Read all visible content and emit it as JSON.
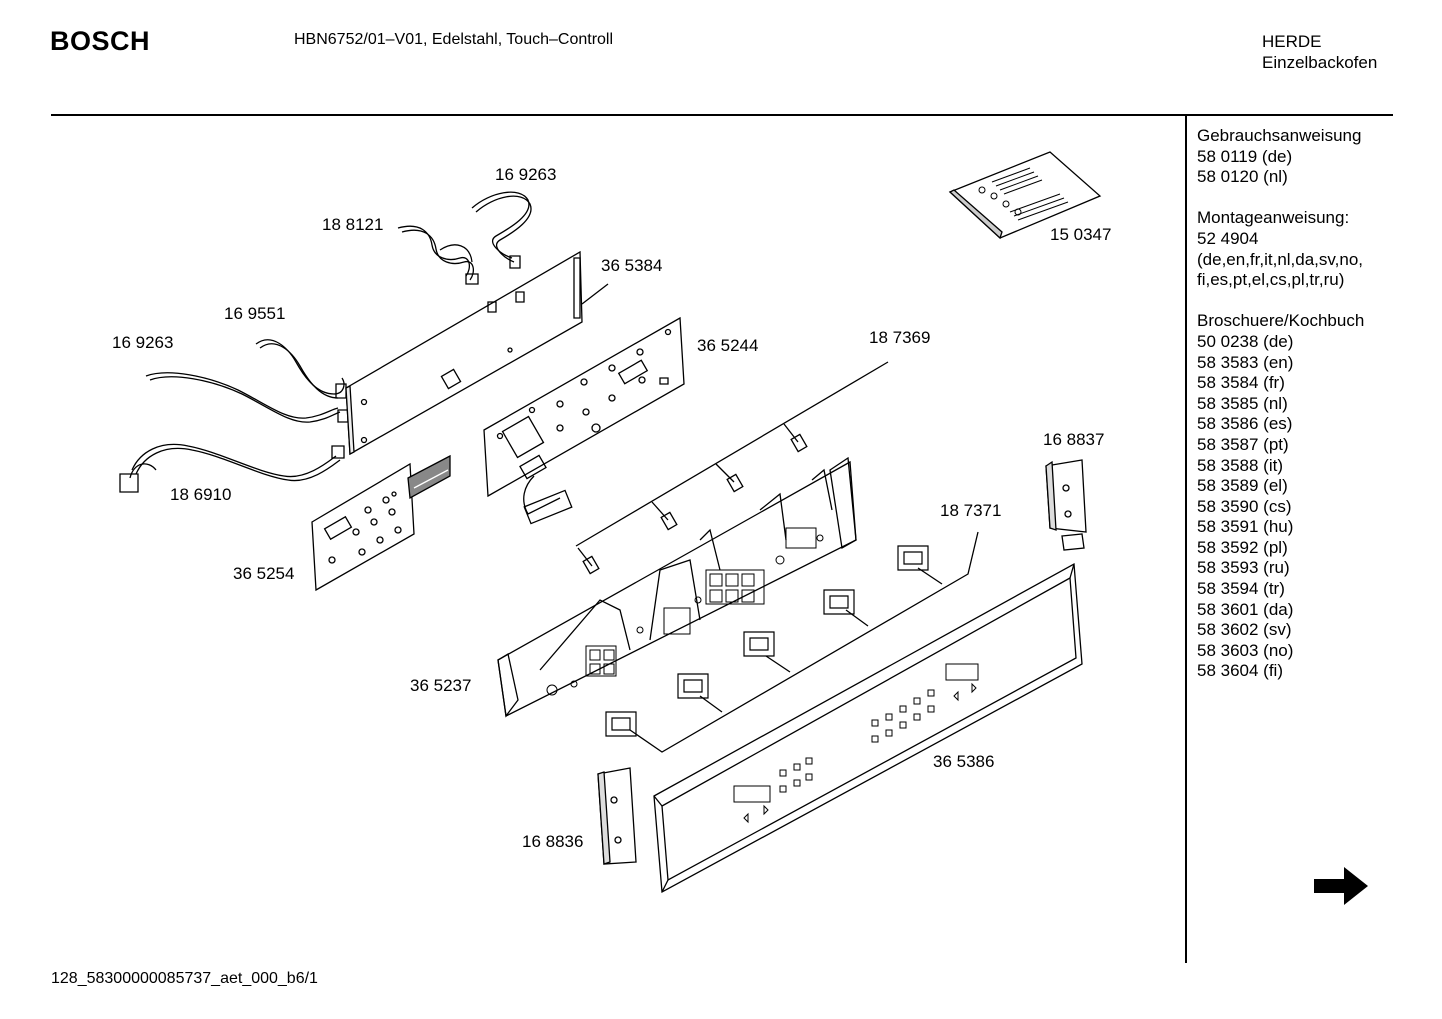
{
  "header": {
    "brand": "BOSCH",
    "model_title": "HBN6752/01–V01, Edelstahl, Touch–Controll",
    "category_line1": "HERDE",
    "category_line2": "Einzelbackofen"
  },
  "sidebar": {
    "groups": [
      {
        "heading": "Gebrauchsanweisung",
        "lines": [
          "58 0119 (de)",
          "58 0120 (nl)"
        ]
      },
      {
        "heading": "Montageanweisung:",
        "lines": [
          "52 4904",
          "(de,en,fr,it,nl,da,sv,no,",
          "fi,es,pt,el,cs,pl,tr,ru)"
        ]
      },
      {
        "heading": "Broschuere/Kochbuch",
        "lines": [
          "50 0238 (de)",
          "58 3583 (en)",
          "58 3584 (fr)",
          "58 3585 (nl)",
          "58 3586 (es)",
          "58 3587 (pt)",
          "58 3588 (it)",
          "58 3589 (el)",
          "58 3590 (cs)",
          "58 3591 (hu)",
          "58 3592 (pl)",
          "58 3593 (ru)",
          "58 3594 (tr)",
          "58 3601 (da)",
          "58 3602 (sv)",
          "58 3603 (no)",
          "58 3604 (fi)"
        ]
      }
    ]
  },
  "diagram": {
    "part_labels": {
      "p169263_top": "16 9263",
      "p188121": "18 8121",
      "p365384": "36 5384",
      "p169551": "16 9551",
      "p169263_left": "16 9263",
      "p365244": "36 5244",
      "p187369": "18 7369",
      "p186910": "18 6910",
      "p365254": "36 5254",
      "p150347": "15 0347",
      "p168837": "16 8837",
      "p187371": "18 7371",
      "p365237": "36 5237",
      "p365386": "36 5386",
      "p168836": "16 8836"
    },
    "next_page_icon": "arrow-right-icon"
  },
  "footer": {
    "document_id": "128_58300000085737_aet_000_b6/1"
  }
}
